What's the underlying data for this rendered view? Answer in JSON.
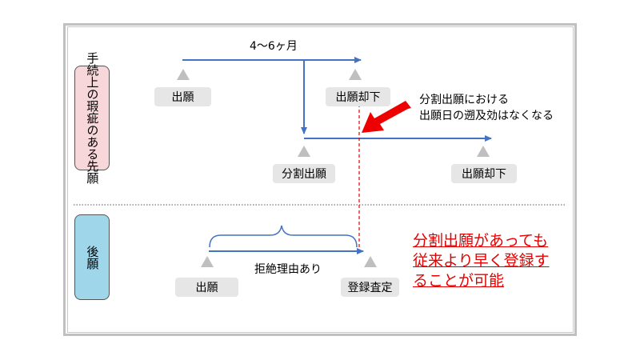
{
  "section_labels": {
    "upper": "手続上の瑕疵のある先願",
    "lower": "後願"
  },
  "upper": {
    "period_label": "4〜6ヶ月",
    "application_label": "出願",
    "rejection_label_1": "出願却下",
    "divisional_label": "分割出願",
    "rejection_label_2": "出願却下",
    "note_line1": "分割出願における",
    "note_line2": "出願日の遡及効はなくなる"
  },
  "lower": {
    "application_label": "出願",
    "reason_label": "拒絶理由あり",
    "grant_label": "登録査定"
  },
  "conclusion": {
    "line1": "分割出願があっても",
    "line2": "従来より早く登録す",
    "line3": "ることが可能"
  },
  "colors": {
    "timeline": "#4472c4",
    "arrow_red": "#ee0000",
    "dashed_red": "#e00000",
    "upper_label_bg": "#f8d7da",
    "lower_label_bg": "#9fd6ea",
    "conclusion_text": "#e60000"
  }
}
